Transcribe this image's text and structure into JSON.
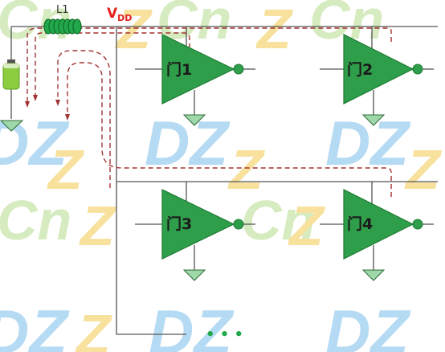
{
  "watermark": {
    "letters_blue": "DZ",
    "letters_orange": "Z",
    "letters_green": "Cn",
    "color_blue": "#a9d4f2",
    "color_orange": "#f6dc8c",
    "color_green": "#cfe8b4"
  },
  "inductor": {
    "label": "L1"
  },
  "supply": {
    "label_main": "V",
    "label_sub": "DD"
  },
  "gates": [
    {
      "label": "门1"
    },
    {
      "label": "门2"
    },
    {
      "label": "门3"
    },
    {
      "label": "门4"
    }
  ],
  "more_indicator": "• • •",
  "colors": {
    "gate_fill": "#2f9e4a",
    "gate_stroke": "#1d7a33",
    "ground_fill": "#9fd8a8",
    "wire": "#555555",
    "current_path": "#a33232",
    "vdd_label": "#e3201c",
    "battery": "#8ccc3f",
    "dots": "#22a84a"
  }
}
